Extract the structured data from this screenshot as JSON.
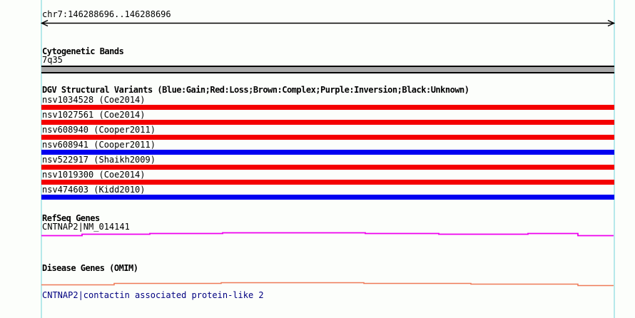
{
  "ruler": {
    "region_label": "chr7:146288696..146288696"
  },
  "colors": {
    "guide_line": "#b6e9ea",
    "loss_red": "#f40000",
    "gain_blue": "#0000f0",
    "band_fill": "#a9a9a9",
    "refseq_line": "#ee00ee",
    "omim_line": "#ee7a58",
    "omim_gene_text": "#000080",
    "ruler_arrow": "#000000"
  },
  "sections": {
    "cytogenetic": {
      "title": "Cytogenetic Bands",
      "band_label": "7q35"
    },
    "dgv": {
      "title": "DGV Structural Variants (Blue:Gain;Red:Loss;Brown:Complex;Purple:Inversion;Black:Unknown)",
      "tracks": [
        {
          "label": "nsv1034528 (Coe2014)",
          "type": "loss",
          "color": "#f40000"
        },
        {
          "label": "nsv1027561 (Coe2014)",
          "type": "loss",
          "color": "#f40000"
        },
        {
          "label": "nsv608940 (Cooper2011)",
          "type": "loss",
          "color": "#f40000"
        },
        {
          "label": "nsv608941 (Cooper2011)",
          "type": "gain",
          "color": "#0000f0"
        },
        {
          "label": "nsv522917 (Shaikh2009)",
          "type": "loss",
          "color": "#f40000"
        },
        {
          "label": "nsv1019300 (Coe2014)",
          "type": "loss",
          "color": "#f40000"
        },
        {
          "label": "nsv474603 (Kidd2010)",
          "type": "gain",
          "color": "#0000f0"
        }
      ]
    },
    "refseq": {
      "title": "RefSeq Genes",
      "gene_label": "CNTNAP2|NM_014141"
    },
    "omim": {
      "title": "Disease Genes (OMIM)",
      "gene_label": "CNTNAP2|contactin associated protein-like 2"
    }
  }
}
